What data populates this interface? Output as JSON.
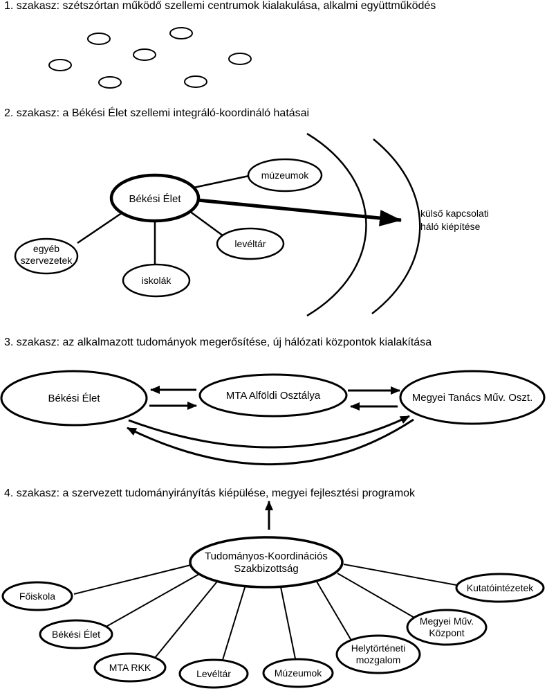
{
  "stages": [
    {
      "heading": "1. szakasz: szétszórtan működő szellemi centrumok kialakulása, alkalmi együttműködés"
    },
    {
      "heading": "2. szakasz: a Békési Élet szellemi integráló-koordináló hatásai",
      "hub": "Békési Élet",
      "nodes": {
        "muzeumok": "múzeumok",
        "leveltar": "levéltár",
        "iskolak": "iskolák",
        "egyeb_line1": "egyéb",
        "egyeb_line2": "szervezetek"
      },
      "outer_label_line1": "külső kapcsolati",
      "outer_label_line2": "háló kiépítése"
    },
    {
      "heading": "3. szakasz: az alkalmazott tudományok megerősítése, új hálózati központok kialakítása",
      "nodes": {
        "bekesi": "Békési Élet",
        "mta": "MTA Alföldi Osztálya",
        "megyei": "Megyei Tanács Műv. Oszt."
      }
    },
    {
      "heading": "4. szakasz: a szervezett tudományirányítás kiépülése, megyei fejlesztési programok",
      "hub_line1": "Tudományos-Koordinációs",
      "hub_line2": "Szakbizottság",
      "nodes": {
        "foiskola": "Főiskola",
        "bekesi": "Békési Élet",
        "mta_rkk": "MTA RKK",
        "leveltar": "Levéltár",
        "muzeumok": "Múzeumok",
        "helytorteneti_line1": "Helytörténeti",
        "helytorteneti_line2": "mozgalom",
        "megyei_line1": "Megyei Műv.",
        "megyei_line2": "Központ",
        "kutato": "Kutatóintézetek"
      }
    }
  ]
}
